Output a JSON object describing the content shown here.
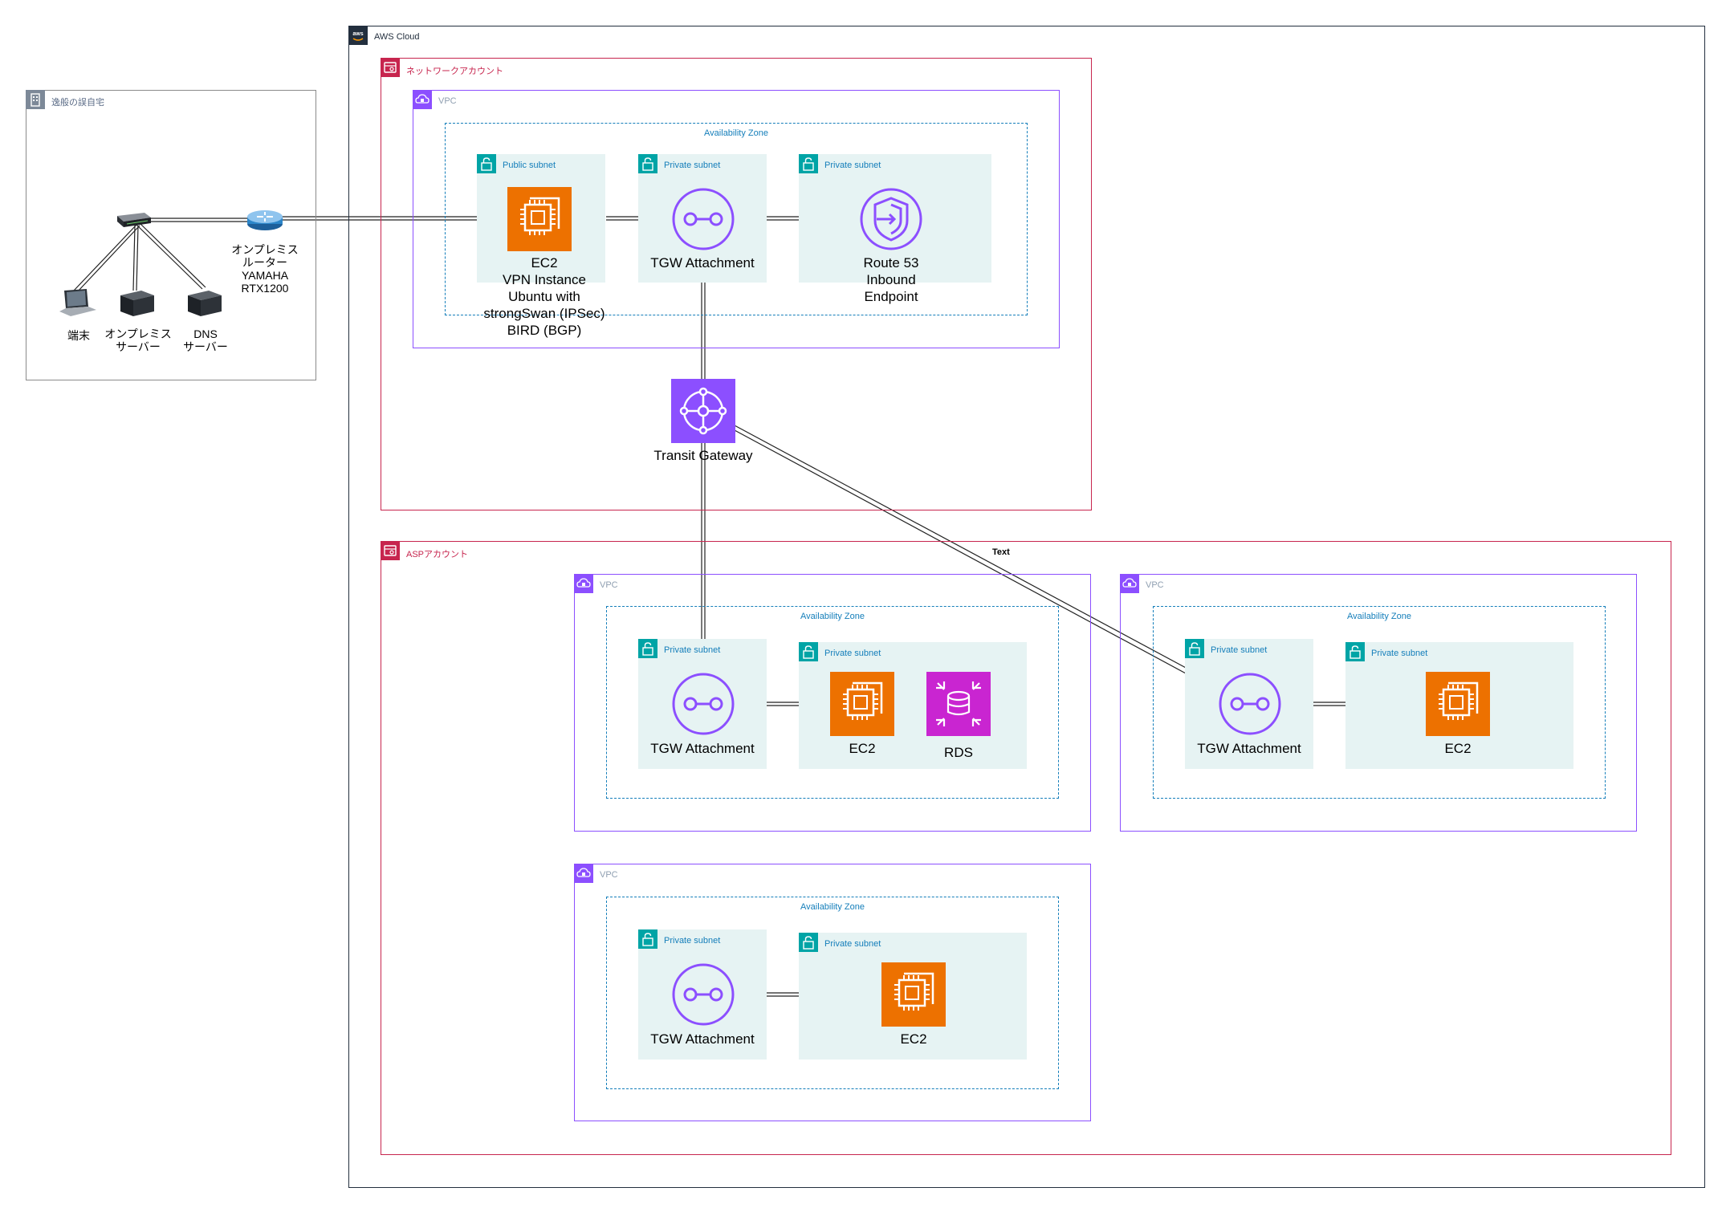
{
  "groups": {
    "aws_cloud": "AWS Cloud",
    "network_account": "ネットワークアカウント",
    "asp_account": "ASPアカウント",
    "onprem": "逸般の誤自宅",
    "vpc": "VPC",
    "az": "Availability Zone",
    "public_subnet": "Public subnet",
    "private_subnet": "Private subnet"
  },
  "nodes": {
    "vpn_ec2": [
      "EC2",
      "VPN Instance",
      "Ubuntu with",
      "strongSwan (IPSec)",
      "BIRD (BGP)"
    ],
    "tgw_attachment": "TGW Attachment",
    "route53": [
      "Route 53",
      "Inbound",
      "Endpoint"
    ],
    "transit_gateway": "Transit Gateway",
    "ec2": "EC2",
    "rds": "RDS",
    "edge_label": "Text",
    "onprem_router": [
      "オンプレミス",
      "ルーター",
      "YAMAHA",
      "RTX1200"
    ],
    "terminal": "端末",
    "onprem_server": [
      "オンプレミス",
      "サーバー"
    ],
    "dns_server": [
      "DNS",
      "サーバー"
    ]
  },
  "colors": {
    "aws_cloud_border": "#232f3e",
    "account_border": "#c7254e",
    "vpc_border": "#8c4fff",
    "subnet_fill": "#e6f3f3",
    "subnet_label": "#147eba",
    "subnet_icon": "#00a4a6",
    "ec2": "#ed7100",
    "network_purple": "#8c4fff",
    "rds": "#c925d1"
  }
}
